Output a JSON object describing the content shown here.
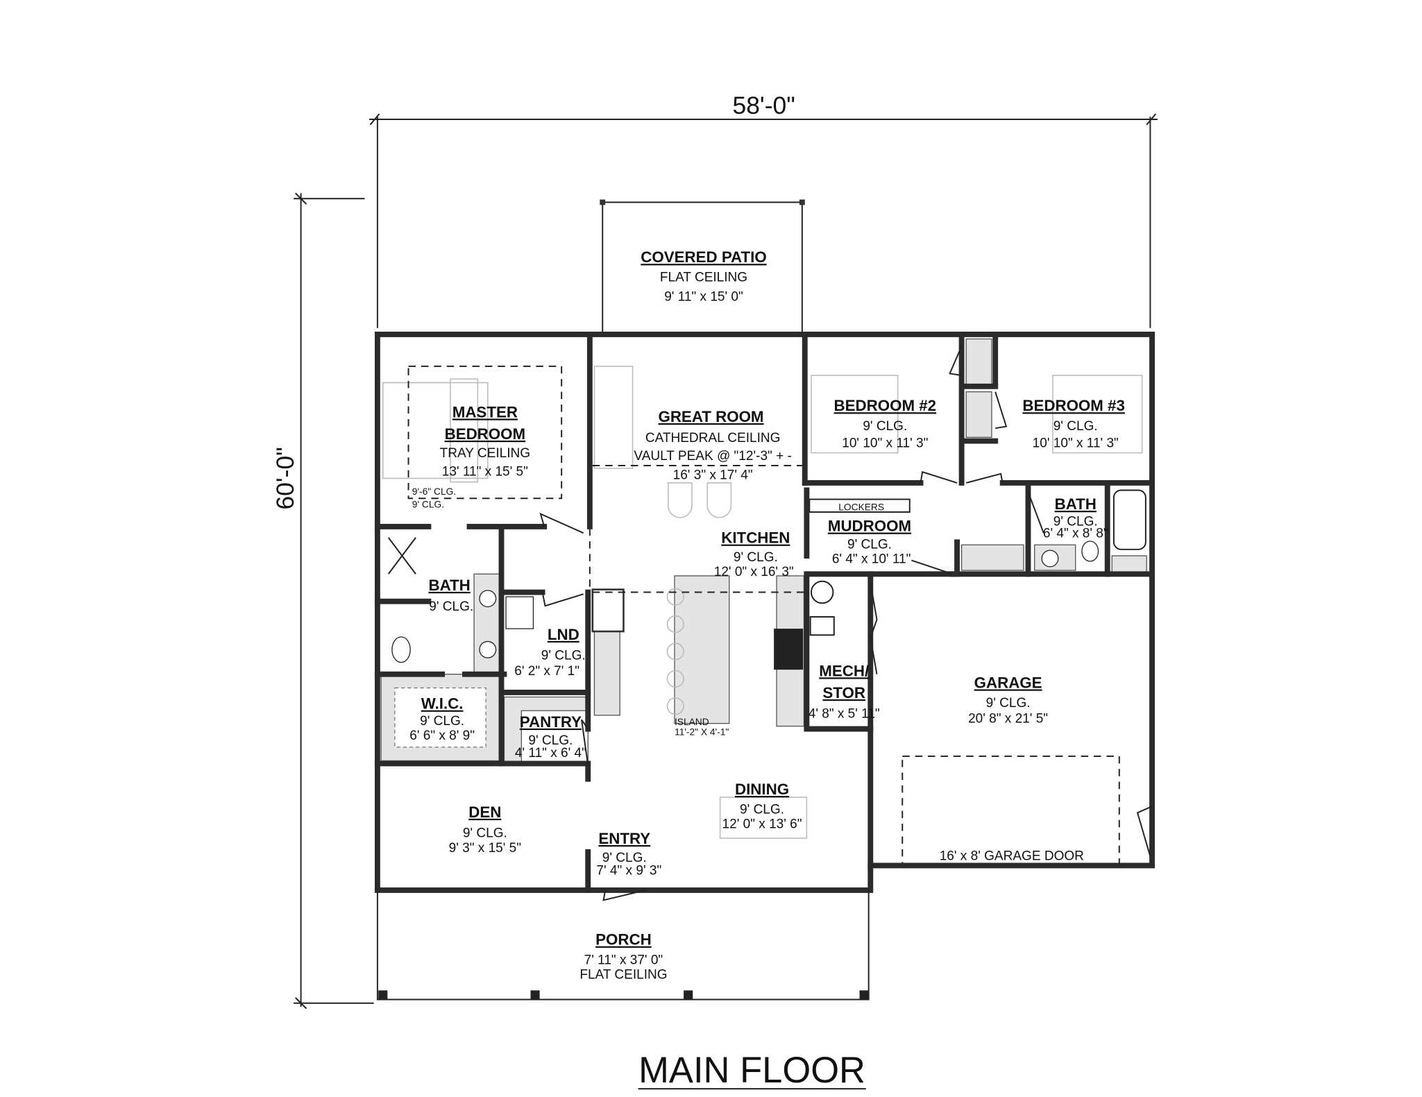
{
  "title": "MAIN FLOOR",
  "dimensions": {
    "width": "58'-0\"",
    "depth": "60'-0\""
  },
  "rooms": {
    "covered_patio": {
      "name": "COVERED PATIO",
      "ceiling": "FLAT CEILING",
      "size": "9' 11\" x 15' 0\""
    },
    "master_bedroom": {
      "name1": "MASTER",
      "name2": "BEDROOM",
      "ceiling": "TRAY CEILING",
      "size": "13' 11\" x 15' 5\"",
      "tray_clg": "9'-6\" CLG.",
      "clg": "9' CLG."
    },
    "great_room": {
      "name": "GREAT ROOM",
      "ceiling": "CATHEDRAL CEILING",
      "vault": "VAULT PEAK @ \"12'-3\" + -",
      "size": "16' 3\" x 17' 4\""
    },
    "bedroom2": {
      "name": "BEDROOM #2",
      "ceiling": "9' CLG.",
      "size": "10' 10\" x 11' 3\""
    },
    "bedroom3": {
      "name": "BEDROOM #3",
      "ceiling": "9' CLG.",
      "size": "10' 10\" x 11' 3\""
    },
    "lockers": {
      "name": "LOCKERS"
    },
    "mudroom": {
      "name": "MUDROOM",
      "ceiling": "9' CLG.",
      "size": "6' 4\" x 10' 11\""
    },
    "bath2": {
      "name": "BATH",
      "ceiling": "9' CLG.",
      "size": "6' 4\" x 8' 8\""
    },
    "kitchen": {
      "name": "KITCHEN",
      "ceiling": "9' CLG.",
      "size": "12' 0\" x 16' 3\""
    },
    "island": {
      "name": "ISLAND",
      "size": "11'-2\" X 4'-1\""
    },
    "master_bath": {
      "name": "BATH",
      "ceiling": "9' CLG."
    },
    "laundry": {
      "name": "LND",
      "ceiling": "9' CLG.",
      "size": "6' 2\" x 7' 1\""
    },
    "wic": {
      "name": "W.I.C.",
      "ceiling": "9' CLG.",
      "size": "6' 6\" x 8' 9\""
    },
    "pantry": {
      "name": "PANTRY",
      "ceiling": "9' CLG.",
      "size": "4' 11\" x 6' 4\""
    },
    "mech": {
      "name1": "MECH/",
      "name2": "STOR",
      "size": "4' 8\" x 5' 11\""
    },
    "garage": {
      "name": "GARAGE",
      "ceiling": "9' CLG.",
      "size": "20' 8\" x 21' 5\"",
      "door": "16' x 8' GARAGE DOOR"
    },
    "dining": {
      "name": "DINING",
      "ceiling": "9' CLG.",
      "size": "12' 0\" x 13' 6\""
    },
    "den": {
      "name": "DEN",
      "ceiling": "9' CLG.",
      "size": "9' 3\" x 15' 5\""
    },
    "entry": {
      "name": "ENTRY",
      "ceiling": "9' CLG.",
      "size": "7' 4\" x 9' 3\""
    },
    "porch": {
      "name": "PORCH",
      "size": "7' 11\" x 37' 0\"",
      "ceiling": "FLAT CEILING"
    }
  }
}
